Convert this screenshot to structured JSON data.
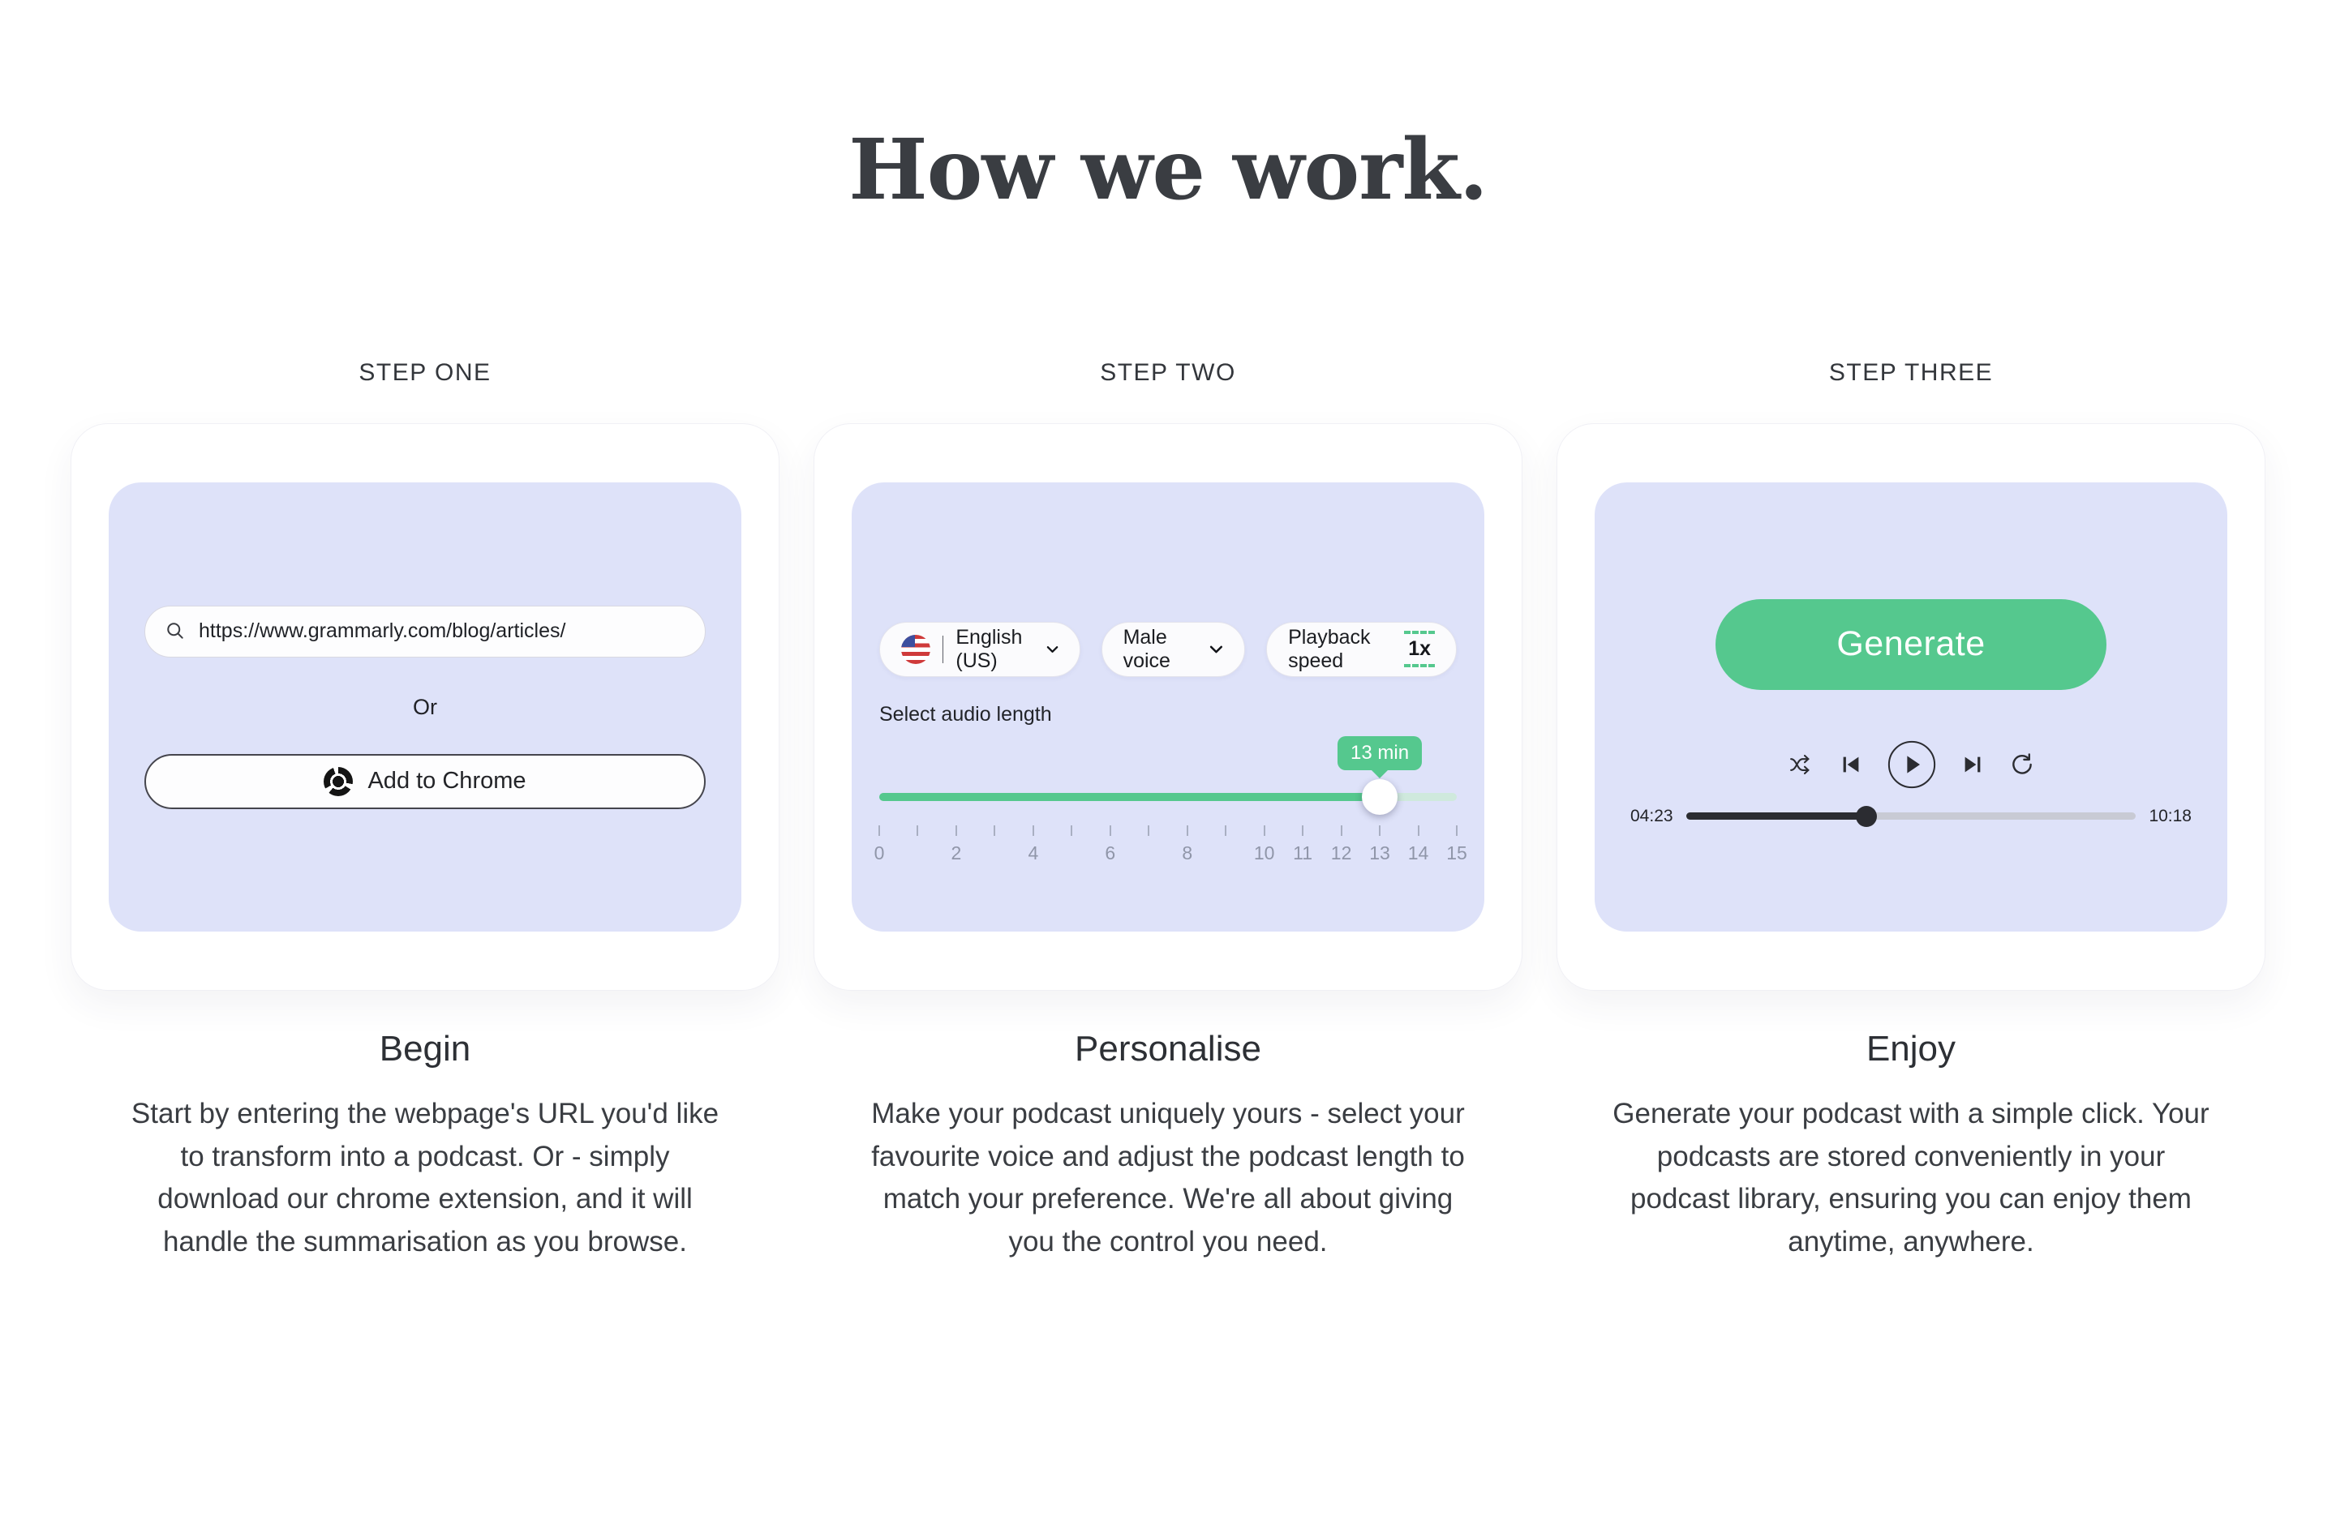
{
  "page": {
    "title": "How we work."
  },
  "colors": {
    "accent_green": "#55c88e",
    "track_pale_green": "#cfe9dd",
    "panel_lavender": "#dee2f9",
    "player_dark": "#2b2c31"
  },
  "icons": {
    "search": "magnifying-glass",
    "chrome": "chrome-logo-monochrome",
    "chevron": "chevron-down",
    "flag": "us-flag-circle",
    "shuffle": "shuffle-arrows",
    "previous": "skip-back",
    "play": "play-in-circle",
    "next": "skip-forward",
    "repeat": "repeat-circular-arrow"
  },
  "steps": [
    {
      "label": "STEP ONE",
      "heading": "Begin",
      "description": "Start by entering the webpage's URL you'd like to transform into a podcast. Or - simply download our chrome extension, and it will handle the summarisation as you browse.",
      "card": {
        "url_value": "https://www.grammarly.com/blog/articles/",
        "or_label": "Or",
        "chrome_button_label": "Add to Chrome"
      }
    },
    {
      "label": "STEP TWO",
      "heading": "Personalise",
      "description": "Make your podcast uniquely yours - select your favourite voice and adjust the podcast length to match your preference. We're all about giving you the control you need.",
      "card": {
        "language_value": "English (US)",
        "voice_value": "Male voice",
        "playback_label": "Playback speed",
        "playback_value": "1x",
        "slider_label": "Select audio length",
        "slider_tooltip": "13 min",
        "slider_value": 13,
        "slider_min": 0,
        "slider_max": 15,
        "tick_labels": [
          "0",
          "",
          "2",
          "",
          "4",
          "",
          "6",
          "",
          "8",
          "",
          "10",
          "11",
          "12",
          "13",
          "14",
          "15"
        ]
      }
    },
    {
      "label": "STEP THREE",
      "heading": "Enjoy",
      "description": "Generate your podcast with a simple click. Your podcasts are stored conveniently in your podcast library, ensuring you can enjoy them anytime, anywhere.",
      "card": {
        "generate_button_label": "Generate",
        "player": {
          "elapsed": "04:23",
          "total": "10:18",
          "progress_pct": 40
        }
      }
    }
  ]
}
